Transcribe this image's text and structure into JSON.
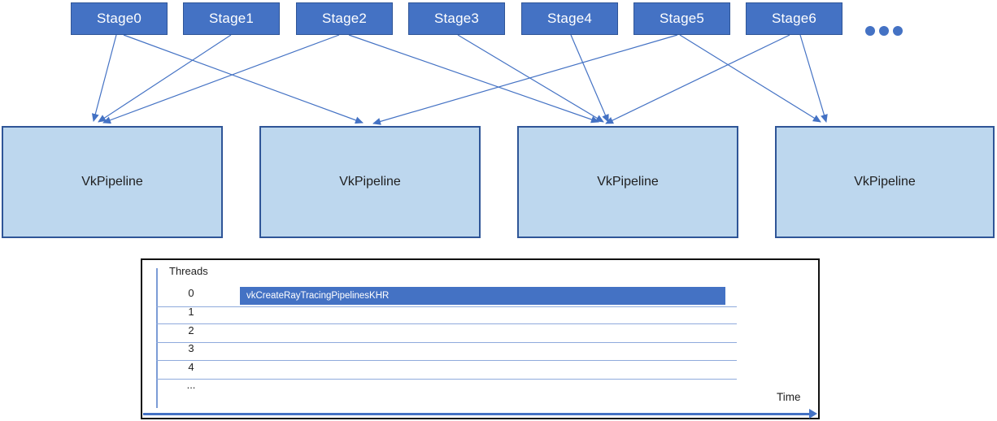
{
  "diagram": {
    "stages": [
      {
        "label": "Stage0"
      },
      {
        "label": "Stage1"
      },
      {
        "label": "Stage2"
      },
      {
        "label": "Stage3"
      },
      {
        "label": "Stage4"
      },
      {
        "label": "Stage5"
      },
      {
        "label": "Stage6"
      }
    ],
    "more_stages_ellipsis": {
      "icon": "ellipsis-icon",
      "dot_count": 3
    },
    "pipelines": [
      {
        "label": "VkPipeline"
      },
      {
        "label": "VkPipeline"
      },
      {
        "label": "VkPipeline"
      },
      {
        "label": "VkPipeline"
      }
    ],
    "edges": [
      {
        "from_stage": 0,
        "to_pipeline": 0
      },
      {
        "from_stage": 1,
        "to_pipeline": 0
      },
      {
        "from_stage": 2,
        "to_pipeline": 0
      },
      {
        "from_stage": 0,
        "to_pipeline": 1
      },
      {
        "from_stage": 5,
        "to_pipeline": 1
      },
      {
        "from_stage": 2,
        "to_pipeline": 2
      },
      {
        "from_stage": 3,
        "to_pipeline": 2
      },
      {
        "from_stage": 4,
        "to_pipeline": 2
      },
      {
        "from_stage": 6,
        "to_pipeline": 2
      },
      {
        "from_stage": 5,
        "to_pipeline": 3
      },
      {
        "from_stage": 6,
        "to_pipeline": 3
      }
    ]
  },
  "timeline": {
    "axis_title": "Threads",
    "thread_labels": [
      "0",
      "1",
      "2",
      "3",
      "4",
      "..."
    ],
    "bars": [
      {
        "thread": "0",
        "label": "vkCreateRayTracingPipelinesKHR"
      }
    ],
    "time_axis_label": "Time"
  },
  "colors": {
    "stage_fill": "#4472C4",
    "stage_border": "#2F5597",
    "stage_text": "#FFFFFF",
    "pipeline_fill": "#BDD7EE",
    "pipeline_border": "#2F5597",
    "connector": "#4472C4",
    "grid_line": "#8FAADC",
    "thread_axis_line": "#7C9CD6",
    "bar_fill": "#4472C4",
    "bar_text": "#FFFFFF",
    "time_axis": "#4472C4",
    "chart_border": "#111111",
    "text": "#1F1F1F"
  }
}
